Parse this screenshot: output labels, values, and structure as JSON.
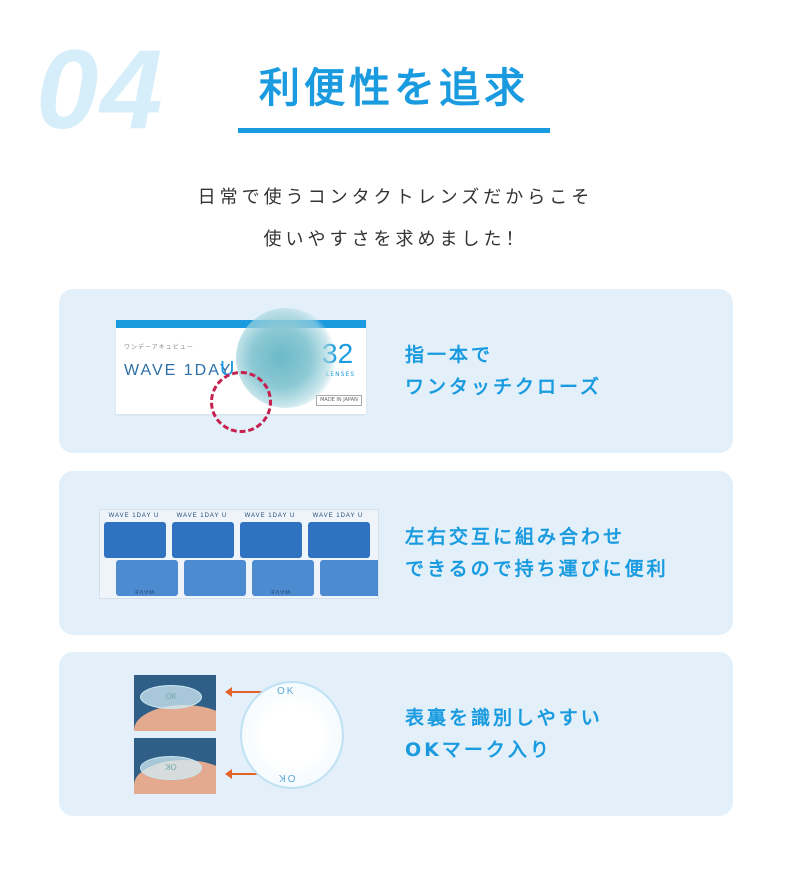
{
  "section": {
    "number": "04",
    "title": "利便性を追求",
    "lead": [
      "日常で使うコンタクトレンズだからこそ",
      "使いやすさを求めました！"
    ]
  },
  "colors": {
    "accent": "#1a9be0",
    "card_bg": "#e3f0fa",
    "number": "#d6edfa",
    "highlight_circle": "#c5204f",
    "arrow": "#e3632a"
  },
  "features": [
    {
      "lines": [
        "指一本で",
        "ワンタッチクローズ"
      ],
      "image": "package-box-illustration",
      "box": {
        "small": "ワンデーアキュビュー",
        "logo": "WAVE 1DAY",
        "logo_mark": "U",
        "count": "32",
        "count_unit": "LENSES",
        "made": "MADE IN JAPAN"
      }
    },
    {
      "lines": [
        "左右交互に組み合わせ",
        "できるので持ち運びに便利"
      ],
      "image": "blister-pack-illustration",
      "pack_label": "WAVE 1DAY U",
      "pack_label_flipped": "WAVE"
    },
    {
      "lines": [
        "表裏を識別しやすい",
        "OKマーク入り"
      ],
      "image": "ok-mark-illustration",
      "mark_top": "OK",
      "mark_bottom": "OK"
    }
  ]
}
